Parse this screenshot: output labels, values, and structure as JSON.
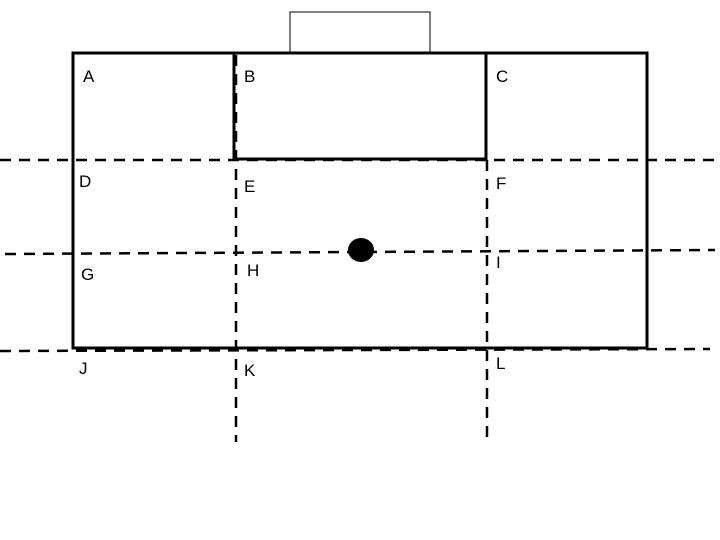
{
  "zones": [
    {
      "id": "A",
      "label": "A"
    },
    {
      "id": "B",
      "label": "B"
    },
    {
      "id": "C",
      "label": "C"
    },
    {
      "id": "D",
      "label": "D"
    },
    {
      "id": "E",
      "label": "E"
    },
    {
      "id": "F",
      "label": "F"
    },
    {
      "id": "G",
      "label": "G"
    },
    {
      "id": "H",
      "label": "H"
    },
    {
      "id": "I",
      "label": "I"
    },
    {
      "id": "J",
      "label": "J"
    },
    {
      "id": "K",
      "label": "K"
    },
    {
      "id": "L",
      "label": "L"
    }
  ],
  "colors": {
    "line": "#000000",
    "background": "#ffffff",
    "marker": "#000000"
  }
}
